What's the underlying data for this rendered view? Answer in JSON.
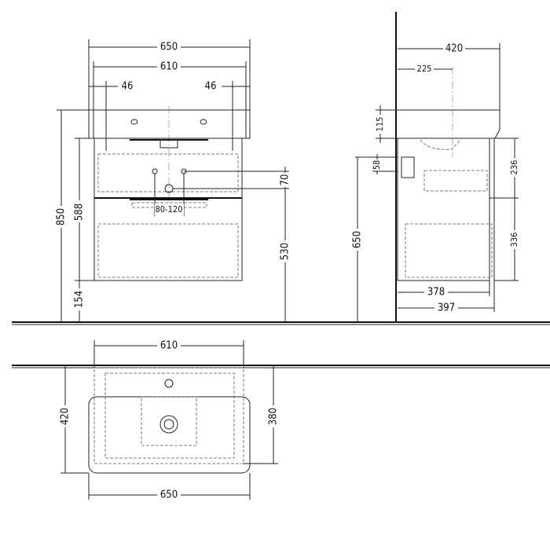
{
  "front_view": {
    "dim_overall_width": "650",
    "dim_cabinet_width": "610",
    "dim_tap_offset_left": "46",
    "dim_tap_offset_right": "46",
    "dim_total_height": "850",
    "dim_cabinet_height": "588",
    "dim_floor_gap": "154",
    "dim_drain_height": "530",
    "dim_supply_offset": "70",
    "dim_supply_spacing": "80-120"
  },
  "side_view": {
    "dim_basin_depth": "420",
    "dim_tap_center": "225",
    "dim_basin_height": "115",
    "dim_trap": "58",
    "dim_trap_height": "650",
    "dim_top_drawer": "236",
    "dim_bottom_drawer": "336",
    "dim_cabinet_depth": "378",
    "dim_front_depth": "397"
  },
  "top_view": {
    "dim_cabinet_width": "610",
    "dim_basin_depth": "420",
    "dim_cabinet_depth": "380",
    "dim_basin_width": "650"
  }
}
